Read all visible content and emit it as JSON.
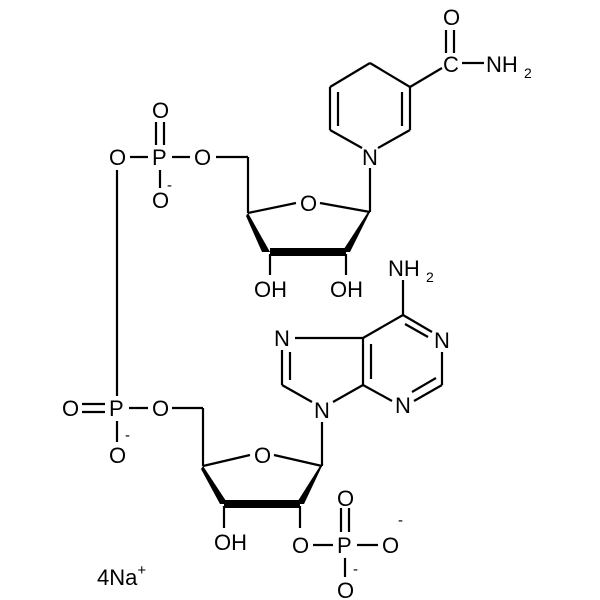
{
  "diagram": {
    "type": "chemical-structure",
    "compound_description": "NADPH tetrasodium salt skeletal formula",
    "counterion": "4Na+",
    "counterion_parts": {
      "count": "4",
      "symbol": "Na",
      "charge": "+"
    },
    "labels": {
      "O": "O",
      "P": "P",
      "N": "N",
      "C": "C",
      "OH": "OH",
      "NH": "NH",
      "sub2": "2",
      "minus": "-"
    },
    "groups": {
      "nicotinamide_amide": {
        "carbon": "C",
        "oxygen": "O",
        "amine": "NH2"
      },
      "dihydropyridine_nitrogen": "N",
      "upper_ribose": {
        "ring_oxygen": "O",
        "hydroxyls": [
          "OH",
          "OH"
        ]
      },
      "pyrophosphate": [
        {
          "phosphorus": "P",
          "double_bond_O": "O",
          "bridge_O": "O",
          "ester_O": "O",
          "anionic_O": "O-"
        },
        {
          "phosphorus": "P",
          "double_bond_O": "O",
          "ester_O": "O",
          "anionic_O": "O-"
        }
      ],
      "adenine": {
        "nitrogens": [
          "N",
          "N",
          "N",
          "N"
        ],
        "amine": "NH2"
      },
      "lower_ribose": {
        "ring_oxygen": "O",
        "hydroxyl": "OH"
      },
      "phosphate_2prime": {
        "ester_O": "O",
        "phosphorus": "P",
        "double_bond_O": "O",
        "anionic_O": [
          "O-",
          "O-"
        ]
      }
    }
  }
}
